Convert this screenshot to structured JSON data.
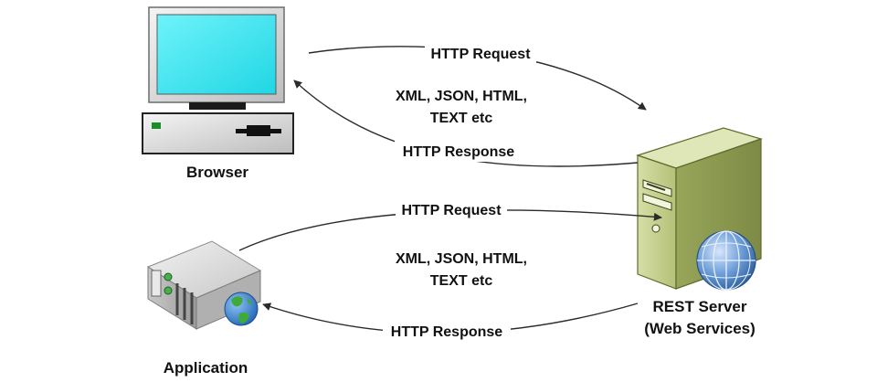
{
  "nodes": {
    "browser": {
      "label": "Browser"
    },
    "application": {
      "label": "Application"
    },
    "server": {
      "label_line1": "REST Server",
      "label_line2": "(Web Services)"
    }
  },
  "top_exchange": {
    "request_label": "HTTP Request",
    "formats_line1": "XML, JSON, HTML,",
    "formats_line2": "TEXT etc",
    "response_label": "HTTP Response"
  },
  "bottom_exchange": {
    "request_label": "HTTP Request",
    "formats_line1": "XML, JSON, HTML,",
    "formats_line2": "TEXT etc",
    "response_label": "HTTP Response"
  },
  "colors": {
    "monitor_screen": "#34e4ee",
    "server_body": "#c3cf8a",
    "globe": "#4a7fc6",
    "arrow": "#2b2b2b"
  }
}
